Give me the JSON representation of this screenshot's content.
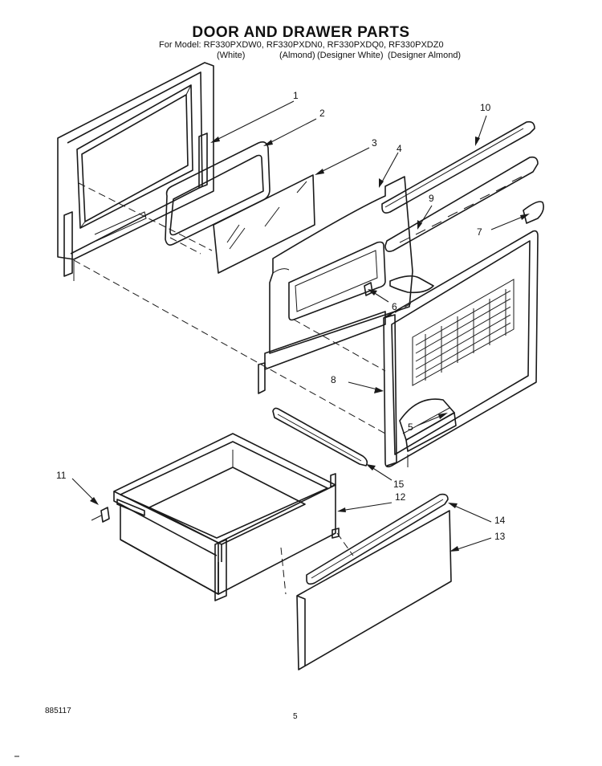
{
  "title": "DOOR AND DRAWER PARTS",
  "model_line": "For Model: RF330PXDW0, RF330PXDN0, RF330PXDQ0, RF330PXDZ0",
  "colors": [
    "(White)",
    "(Almond)",
    "(Designer White)",
    "(Designer Almond)"
  ],
  "callouts": [
    "1",
    "2",
    "3",
    "4",
    "5",
    "6",
    "7",
    "8",
    "9",
    "10",
    "11",
    "12",
    "13",
    "14",
    "15"
  ],
  "footer": {
    "doc_number": "885117",
    "page_number": "5"
  }
}
